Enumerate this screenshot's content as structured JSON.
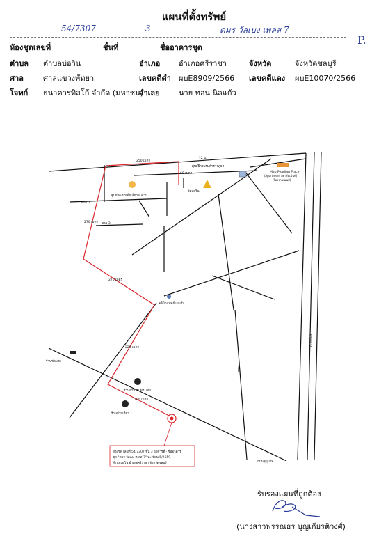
{
  "title": "แผนที่ตั้งทรัพย์",
  "page_mark": "P.",
  "fields": {
    "room_no_label": "ห้องชุดเลขที่",
    "room_no_value": "54/7307",
    "floor_label": "ชั้นที่",
    "floor_value": "3",
    "building_label": "ชื่ออาคารชุด",
    "building_value": "ดมร วัลเบง เพลส 7",
    "tambon_label": "ตำบล",
    "tambon_value": "ตำบลบ่อวิน",
    "amphoe_label": "อำเภอ",
    "amphoe_value": "อำเภอศรีราชา",
    "province_label": "จังหวัด",
    "province_value": "จังหวัดชลบุรี",
    "court_label": "ศาล",
    "court_value": "ศาลแขวงพัทยา",
    "black_case_label": "เลขคดีดำ",
    "black_case_value": "ผบE8909/2566",
    "red_case_label": "เลขคดีแดง",
    "red_case_value": "ผบE10070/2566",
    "plaintiff_label": "โจทก์",
    "plaintiff_value": "ธนาคารทิสโก้ จำกัด (มหาชน)",
    "defendant_label": "จำเลย",
    "defendant_value": "นาย ทอน นิลแก้ว"
  },
  "map": {
    "distances": {
      "top": "250 เมตร",
      "top_road": "12 ม.",
      "top_vertical": "60 เมตร",
      "left_upper": "270 เมตร",
      "middle": "270 เมตร",
      "lower": "220 เมตร",
      "bottom": "200 เมตร"
    },
    "labels": {
      "landmark_top": "ศูนย์ฝึกอบรมตำรวจภูธร",
      "apartment_name": "Map Pearlian Place",
      "apartment_sub": "(Apartment อพาร์ทเม้นท์)",
      "apartment_sub2": "(ไอยรามเมนท์)",
      "temple": "วัดบ่อวิน",
      "school": "ศูนย์พัฒนาเด็กเล็กวัดบ่อวิน",
      "soi1": "ซอย 1",
      "soi3": "ซอย 3",
      "clinic": "คลินิกแพทย์แผนจีน",
      "car_shop": "ร้านซ่อมรถ",
      "restaurant1": "ร้านอาหารเรือนไทย",
      "restaurant2": "ร้านก๋วยเตี๋ยว",
      "right_road": "ทางหลวง",
      "mid_road": "ถนน",
      "bottom_road": "ถนนสุขุมวิท",
      "property_note_1": "ห้องชุด เลขที่ 54/7307 ชั้น 3 อาคารที่ - ชื่ออาคาร",
      "property_note_2": "ชุด \"ดมร วัลเบง เพลส 7\" ทะเบียน 5/2559",
      "property_note_3": "ตำบลบ่อวิน อำเภอศรีราชา จังหวัดชลบุรี"
    }
  },
  "footer": {
    "certify": "รับรองแผนที่ถูกต้อง",
    "signature": "ลายมือชื่อ",
    "name": "(นางสาวพรรณธร บุญเกียรติวงศ์)"
  },
  "colors": {
    "route": "#d8262b",
    "ink": "#2a3e9a",
    "road": "#111111"
  }
}
